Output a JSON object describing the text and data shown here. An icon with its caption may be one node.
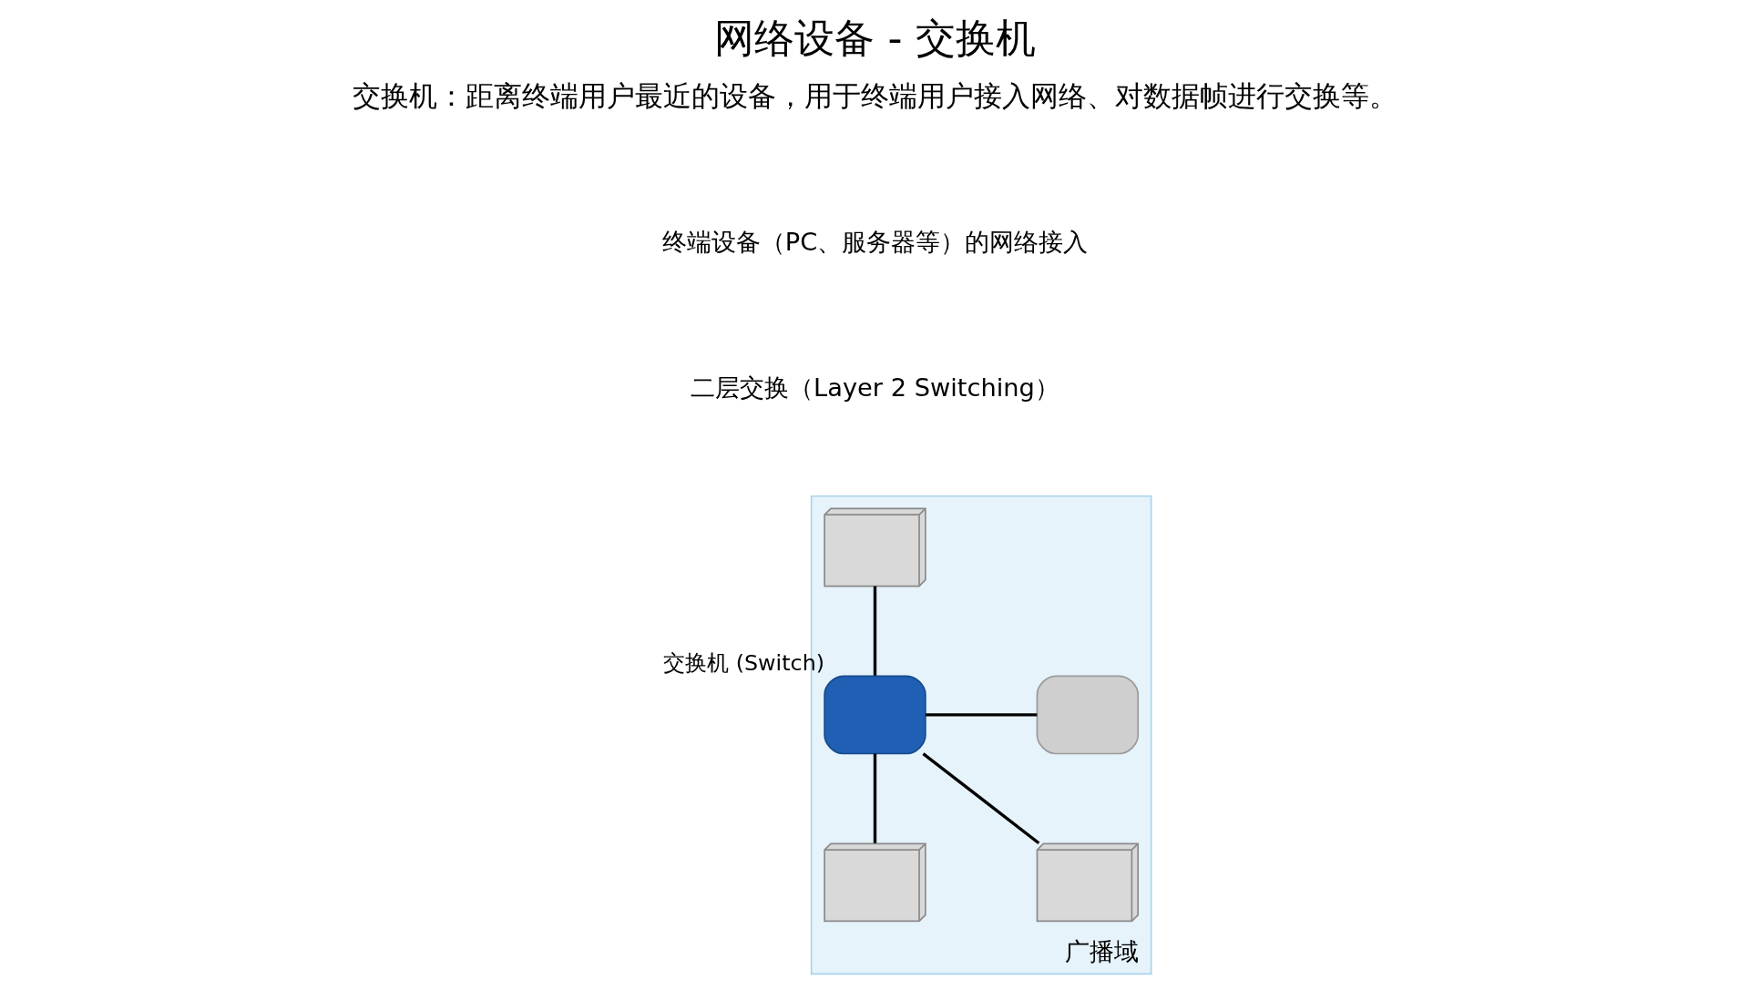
{
  "diagram": {
    "title": "网络设备 - 交换机",
    "nodes": [
      {
        "text": [
          "广播域"
        ]
      },
      {
        "text": [],
        "shape": "computer",
        "in": 0
      },
      {
        "text": [],
        "shape": "switch",
        "in": 0,
        "beside": [
          "交换机 (Switch)"
        ]
      },
      {
        "text": [],
        "shape": "server",
        "in": 0
      },
      {
        "text": [],
        "shape": "computer",
        "in": 0
      },
      {
        "text": [],
        "shape": "computer",
        "in": 0
      }
    ],
    "edges": [
      {
        "from": 1,
        "to": 2,
        "arrow": "none"
      },
      {
        "from": 2,
        "to": 3,
        "arrow": "none"
      },
      {
        "from": 2,
        "to": 4,
        "arrow": "none"
      },
      {
        "from": 2,
        "to": 5,
        "arrow": "none"
      }
    ],
    "labels": [
      "交换机：距离终端用户最近的设备，用于终端用户接入网络、对数据帧进行交换等。",
      "终端设备（PC、服务器等）的网络接入",
      "二层交换（Layer 2 Switching）"
    ]
  }
}
